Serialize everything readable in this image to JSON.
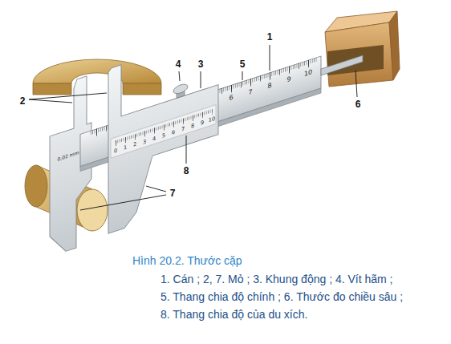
{
  "diagram": {
    "caption": "Hình 20.2. Thước cặp",
    "labels": [
      "1",
      "2",
      "3",
      "4",
      "5",
      "6",
      "7",
      "8",
      "0,02 mm",
      "6",
      "7",
      "8",
      "9",
      "10",
      "0",
      "1",
      "2",
      "3",
      "4",
      "5",
      "6",
      "7",
      "8",
      "9",
      "10",
      "1. Cán ; 2, 7. Mỏ ; 3. Khung động ; 4. Vít hãm ;",
      "5. Thang chia độ chính ; 6. Thước đo chiều sâu ;",
      "8. Thang chia độ của du xích."
    ]
  }
}
